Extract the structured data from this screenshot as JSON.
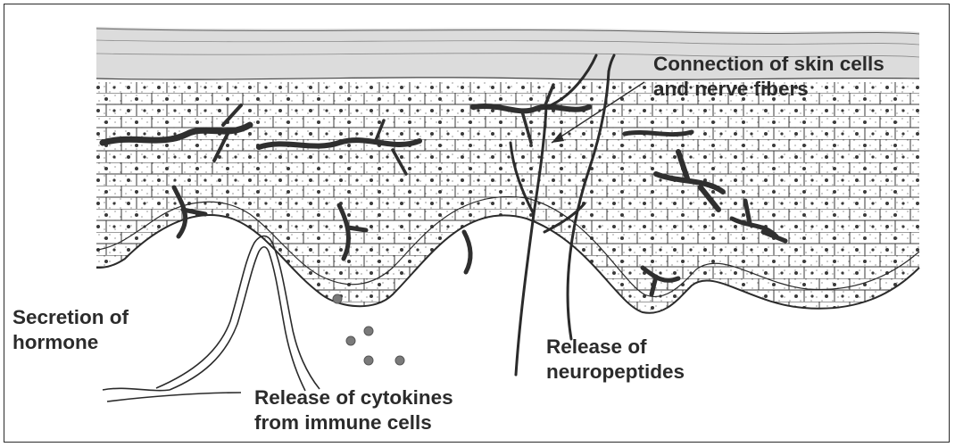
{
  "labels": {
    "skin_nerve": [
      "Connection of skin cells",
      "and nerve fibers"
    ],
    "hormone": [
      "Secretion of",
      "hormone"
    ],
    "neuropeptides": [
      "Release of",
      "neuropeptides"
    ],
    "cytokines": [
      "Release of cytokines",
      "from immune cells"
    ]
  },
  "colors": {
    "ink": "#2b2b2b",
    "stratum_corneum": "#dcdcdc",
    "cell_fill": "#ffffff",
    "melanocyte": "#2f2f2f",
    "cytokine_dot": "#7a7a7a"
  }
}
